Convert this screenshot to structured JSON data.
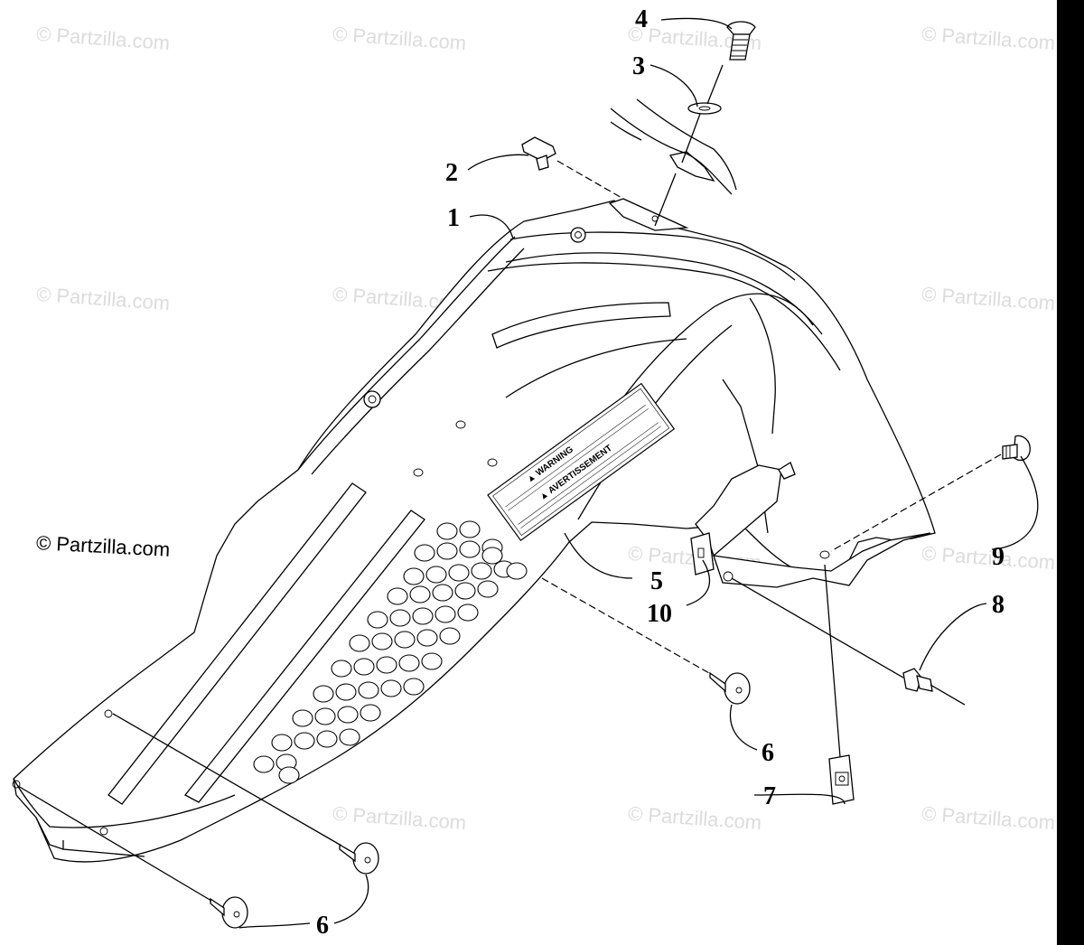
{
  "watermark": {
    "text": "© Partzilla.com"
  },
  "copyright": "© Partzilla.com",
  "callouts": [
    {
      "id": "1",
      "text": "1"
    },
    {
      "id": "2",
      "text": "2"
    },
    {
      "id": "3",
      "text": "3"
    },
    {
      "id": "4",
      "text": "4"
    },
    {
      "id": "5",
      "text": "5"
    },
    {
      "id": "6a",
      "text": "6"
    },
    {
      "id": "6b",
      "text": "6"
    },
    {
      "id": "7",
      "text": "7"
    },
    {
      "id": "8",
      "text": "8"
    },
    {
      "id": "9",
      "text": "9"
    },
    {
      "id": "10",
      "text": "10"
    }
  ],
  "warning_label": {
    "heading_en": "▲ WARNING",
    "heading_fr": "▲ AVERTISSEMENT"
  },
  "colors": {
    "line": "#000000",
    "watermark": "#dcdcdc",
    "background": "#ffffff"
  }
}
